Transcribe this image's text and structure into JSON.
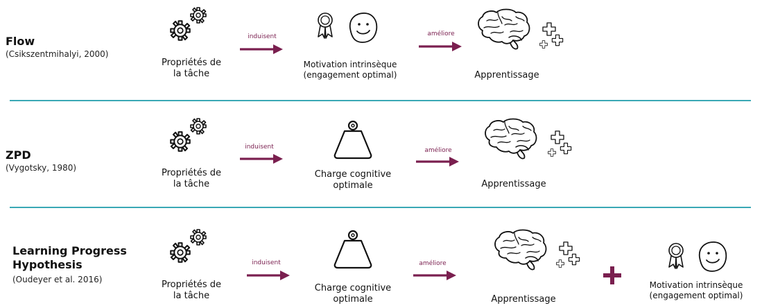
{
  "rows": [
    {
      "title": "Flow",
      "citation": "(Csikszentmihalyi, 2000)",
      "task_label": [
        "Propriétés de",
        "la tâche"
      ],
      "arrow1": "induisent",
      "middle_label": [
        "Motivation intrinsèque",
        "(engagement optimal)"
      ],
      "arrow2": "améliore",
      "result_label": "Apprentissage"
    },
    {
      "title": "ZPD",
      "citation": "(Vygotsky, 1980)",
      "task_label": [
        "Propriétés de",
        "la tâche"
      ],
      "arrow1": "induisent",
      "middle_label": [
        "Charge cognitive",
        "optimale"
      ],
      "arrow2": "améliore",
      "result_label": "Apprentissage"
    },
    {
      "title": [
        "Learning Progress",
        "Hypothesis"
      ],
      "citation": "(Oudeyer et al. 2016)",
      "task_label": [
        "Propriétés de",
        "la tâche"
      ],
      "arrow1": "induisent",
      "middle_label": [
        "Charge cognitive",
        "optimale"
      ],
      "arrow2": "améliore",
      "result_label": "Apprentissage",
      "extra_label": [
        "Motivation intrinsèque",
        "(engagement optimal)"
      ]
    }
  ],
  "colors": {
    "arrow": "#7a1f4f",
    "separator": "#3aa8b5",
    "plus": "#7a1f4f"
  }
}
